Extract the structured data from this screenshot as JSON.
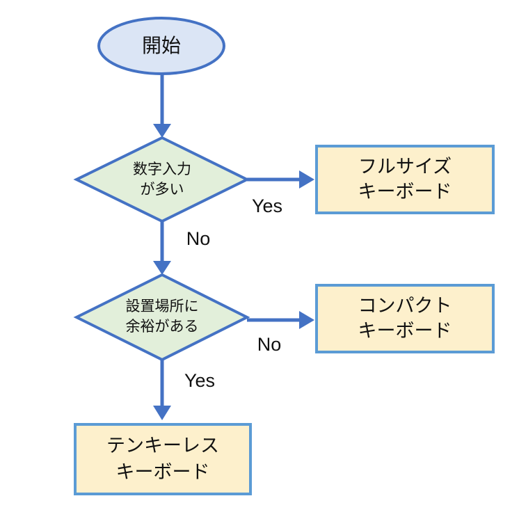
{
  "colors": {
    "start_fill": "#dbe5f5",
    "start_stroke": "#4472c4",
    "decision_fill": "#e2efda",
    "decision_stroke": "#4472c4",
    "result_fill": "#fdf0cc",
    "result_stroke": "#5b9bd5",
    "arrow": "#4472c4"
  },
  "nodes": {
    "start": {
      "label": "開始",
      "shape": "ellipse"
    },
    "decision1": {
      "lines": [
        "数字入力",
        "が多い"
      ],
      "shape": "diamond"
    },
    "decision2": {
      "lines": [
        "設置場所に",
        "余裕がある"
      ],
      "shape": "diamond"
    },
    "result_fullsize": {
      "lines": [
        "フルサイズ",
        "キーボード"
      ],
      "shape": "rectangle"
    },
    "result_compact": {
      "lines": [
        "コンパクト",
        "キーボード"
      ],
      "shape": "rectangle"
    },
    "result_tenkeyless": {
      "lines": [
        "テンキーレス",
        "キーボード"
      ],
      "shape": "rectangle"
    }
  },
  "edges": {
    "d1_yes": "Yes",
    "d1_no": "No",
    "d2_no": "No",
    "d2_yes": "Yes"
  }
}
